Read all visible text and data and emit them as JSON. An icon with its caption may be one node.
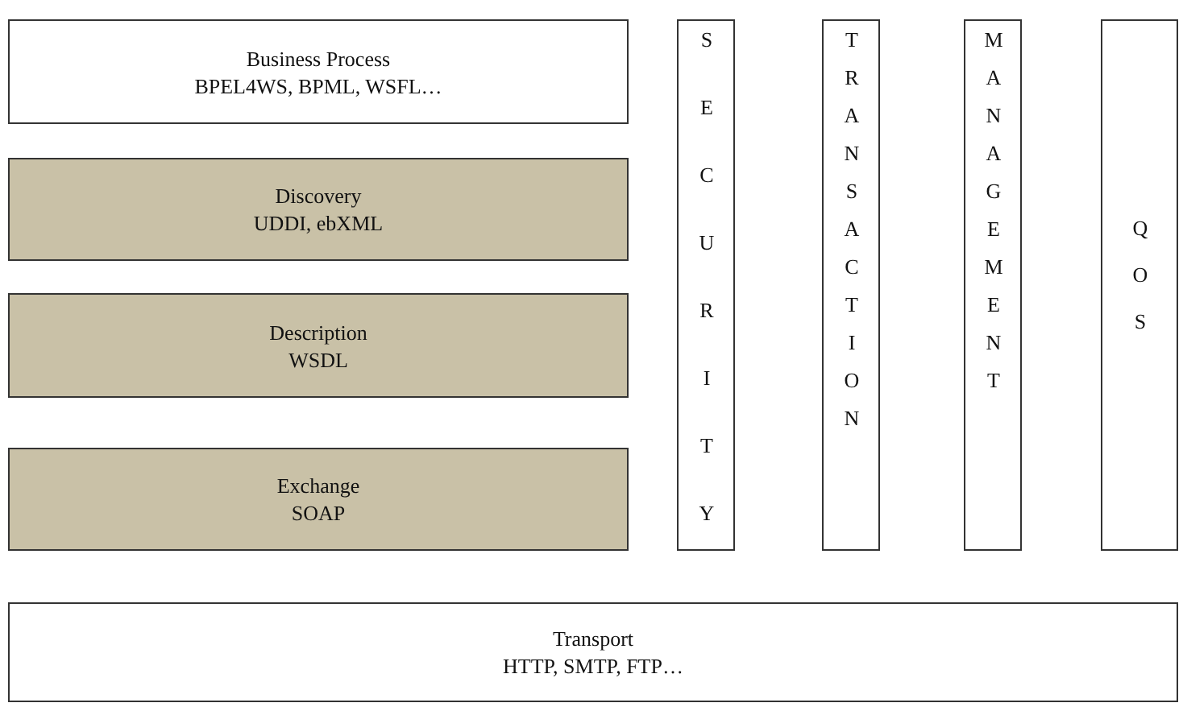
{
  "diagram": {
    "nodes": [
      {
        "text": [
          "Business Process",
          "BPEL4WS, BPML, WSFL…"
        ]
      },
      {
        "text": [
          "Discovery",
          "UDDI, ebXML"
        ]
      },
      {
        "text": [
          "Description",
          "WSDL"
        ]
      },
      {
        "text": [
          "Exchange",
          "SOAP"
        ]
      },
      {
        "text": [
          "SECURITY"
        ]
      },
      {
        "text": [
          "TRANSACTION"
        ]
      },
      {
        "text": [
          "MANAGEMENT"
        ]
      },
      {
        "text": [
          "QOS"
        ]
      },
      {
        "text": [
          "Transport",
          "HTTP, SMTP, FTP…"
        ]
      }
    ]
  }
}
